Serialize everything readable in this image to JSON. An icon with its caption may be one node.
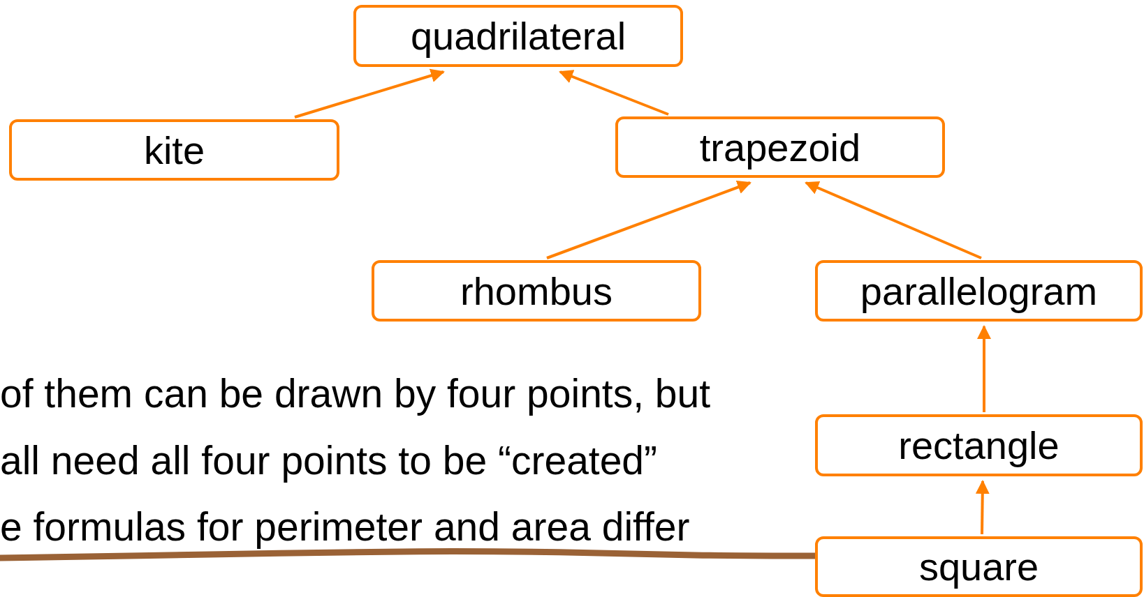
{
  "diagram": {
    "nodes": [
      {
        "text": [
          "quadrilateral"
        ]
      },
      {
        "text": [
          "kite"
        ]
      },
      {
        "text": [
          "trapezoid"
        ]
      },
      {
        "text": [
          "rhombus"
        ]
      },
      {
        "text": [
          "parallelogram"
        ]
      },
      {
        "text": [
          "rectangle"
        ]
      },
      {
        "text": [
          "square"
        ]
      }
    ],
    "edges": [
      {
        "from": 1,
        "to": 0,
        "arrow": "to"
      },
      {
        "from": 2,
        "to": 0,
        "arrow": "to"
      },
      {
        "from": 3,
        "to": 2,
        "arrow": "to"
      },
      {
        "from": 4,
        "to": 2,
        "arrow": "to"
      },
      {
        "from": 5,
        "to": 4,
        "arrow": "to"
      },
      {
        "from": 6,
        "to": 5,
        "arrow": "to"
      },
      {
        "from": null,
        "to": 6,
        "arrow": "none",
        "style": "thick",
        "color": "#9a6236"
      }
    ],
    "labels": [
      "of them can be drawn by four points, but",
      "all need all four points to be “created”",
      "e formulas for perimeter and area differ"
    ]
  }
}
